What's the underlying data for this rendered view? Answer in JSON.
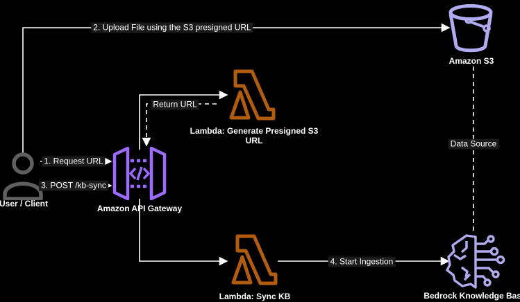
{
  "canvas": {
    "background": "#000000",
    "line_color": "#ffffff",
    "label_bg": "#1a1a1a"
  },
  "nodes": {
    "user": {
      "label": "User / Client",
      "color": "#5f5f5f"
    },
    "api_gateway": {
      "label": "Amazon API Gateway",
      "color": "#9d6bff"
    },
    "lambda_presign": {
      "label": "Lambda: Generate Presigned S3 URL",
      "color": "#b15c0e"
    },
    "s3": {
      "label": "Amazon S3",
      "color": "#b1abf0"
    },
    "lambda_sync": {
      "label": "Lambda: Sync KB",
      "color": "#b15c0e"
    },
    "bedrock": {
      "label": "Bedrock Knowledge Base",
      "color": "#b1abf0"
    }
  },
  "edges": {
    "request_url": {
      "label": "1. Request URL"
    },
    "upload_file": {
      "label": "2. Upload File using the S3 presigned URL"
    },
    "post_kb_sync": {
      "label": "3. POST /kb-sync"
    },
    "return_url": {
      "label": "Return URL"
    },
    "start_ingestion": {
      "label": "4. Start Ingestion"
    },
    "data_source": {
      "label": "Data Source"
    }
  }
}
